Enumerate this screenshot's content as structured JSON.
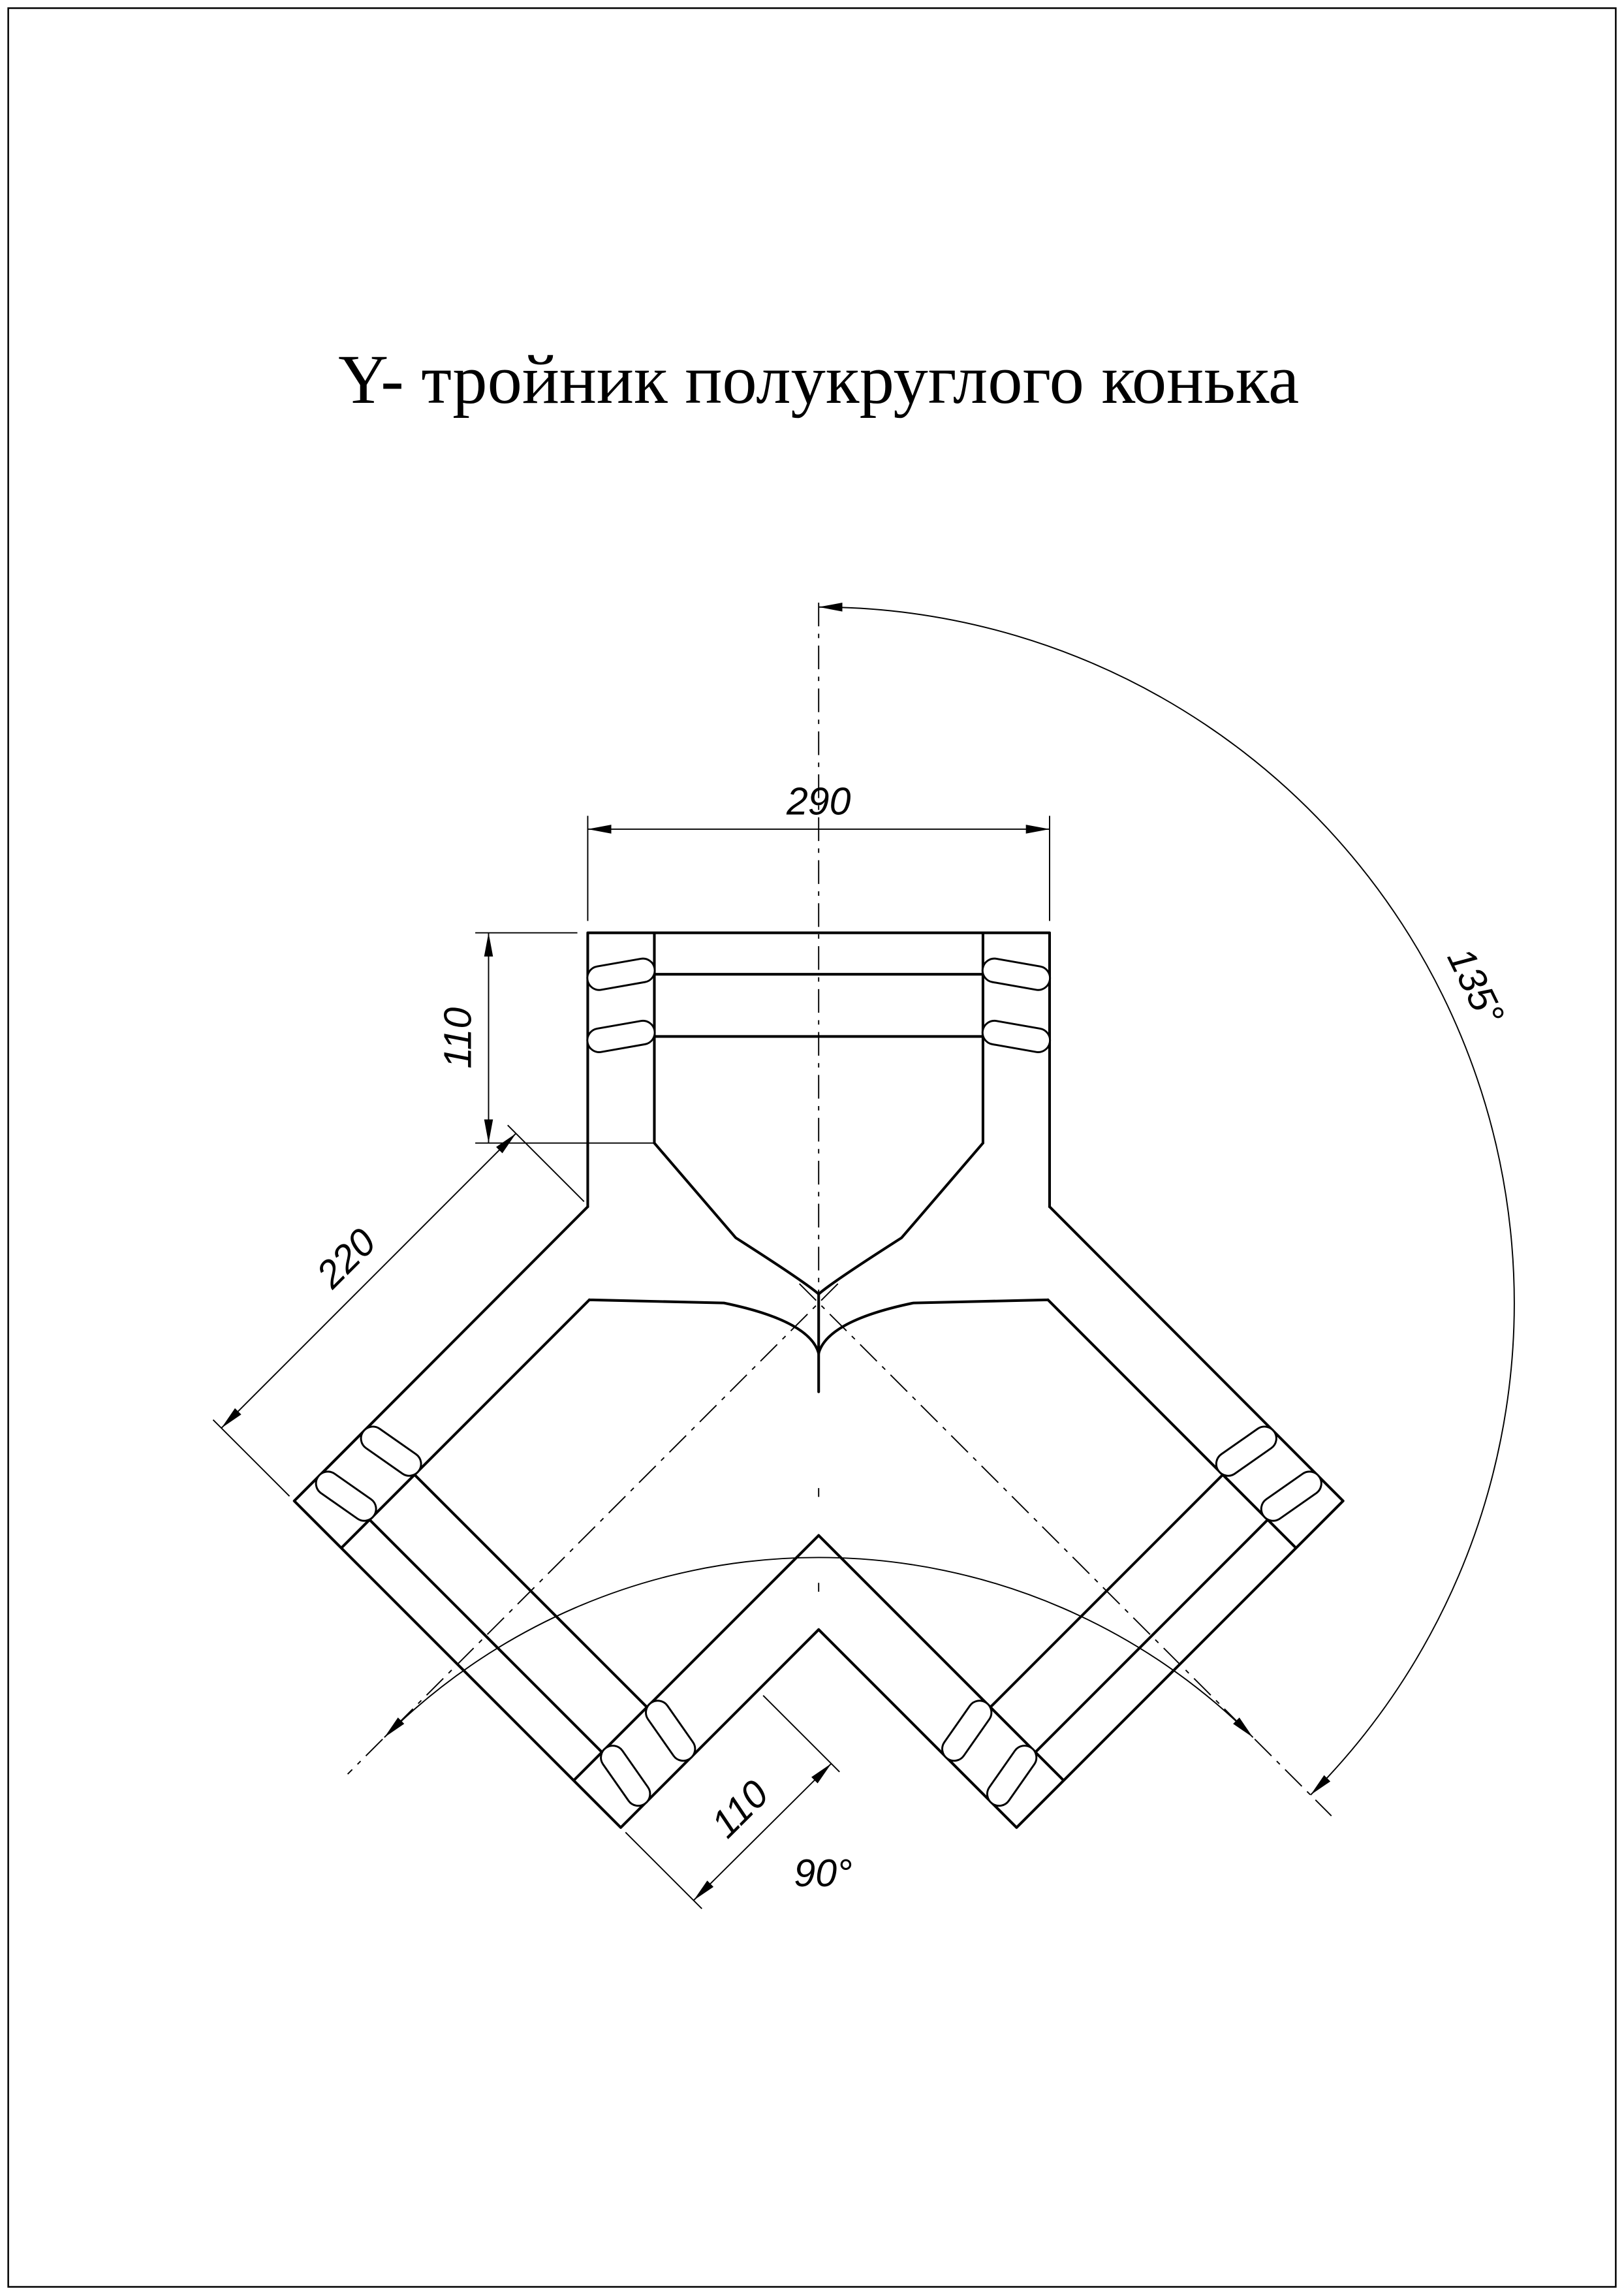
{
  "title": "Y- тройник полукруглого конька",
  "dims": {
    "top_width": "290",
    "top_flange_height": "110",
    "branch_edge_length": "220",
    "branch_flange_height": "110",
    "angle_top_to_branch": "135°",
    "angle_between_branches": "90°"
  },
  "colors": {
    "line": "#000000",
    "background": "#ffffff"
  }
}
